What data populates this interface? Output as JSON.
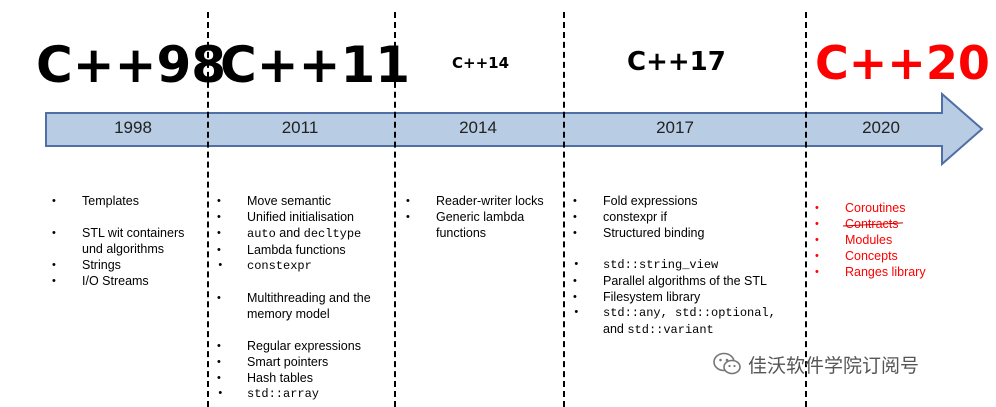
{
  "versions": [
    {
      "name": "C++98",
      "year": "1998"
    },
    {
      "name": "C++11",
      "year": "2011"
    },
    {
      "name": "C++14",
      "year": "2014"
    },
    {
      "name": "C++17",
      "year": "2017"
    },
    {
      "name": "C++20",
      "year": "2020"
    }
  ],
  "colors": {
    "arrow_fill": "#b8cce4",
    "arrow_stroke": "#4f6fa5",
    "highlight": "#ff0000"
  },
  "features": {
    "cpp98": [
      "Templates",
      "STL wit containers",
      "und algorithms",
      "Strings",
      "I/O Streams"
    ],
    "cpp11": {
      "move_semantic": "Move semantic",
      "unified_init": "Unified initialisation",
      "auto": "auto",
      "and": "and",
      "decltype": "decltype",
      "lambda": "Lambda functions",
      "constexpr": "constexpr",
      "multithreading": "Multithreading and the",
      "memory_model": "memory model",
      "regex": "Regular expressions",
      "smart_pointers": "Smart pointers",
      "hash_tables": "Hash tables",
      "std_array": "std::array"
    },
    "cpp14": [
      "Reader-writer locks",
      "Generic lambda",
      "functions"
    ],
    "cpp17": {
      "fold": "Fold expressions",
      "constexpr_if": "constexpr if",
      "structured_binding": "Structured binding",
      "string_view": "std::string_view",
      "parallel": "Parallel algorithms of the STL",
      "filesystem": "Filesystem library",
      "any_optional": "std::any, std::optional,",
      "and": "and",
      "variant": "std::variant"
    },
    "cpp20": [
      "Coroutines",
      "Contracts",
      "Modules",
      "Concepts",
      "Ranges library"
    ]
  },
  "watermark": {
    "text": "佳沃软件学院订阅号",
    "icon": "wechat-icon"
  }
}
